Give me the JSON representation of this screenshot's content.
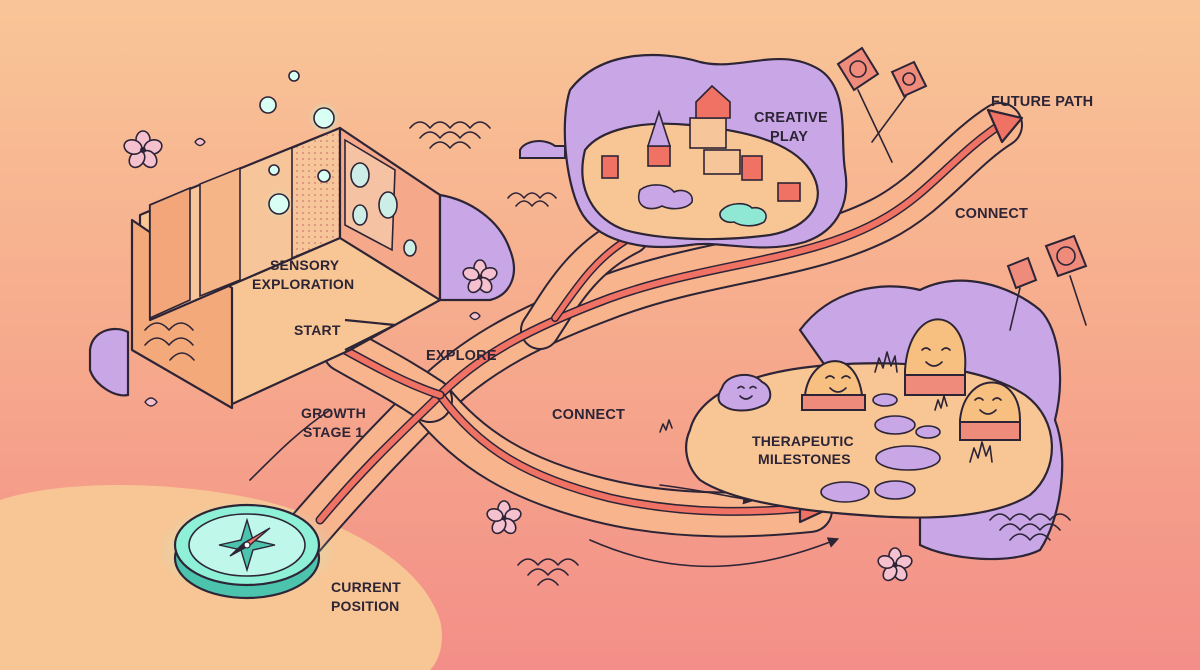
{
  "labels": {
    "future_path": "FUTURE PATH",
    "creative_play_1": "CREATIVE",
    "creative_play_2": "PLAY",
    "connect_top": "CONNECT",
    "sensory_1": "SENSORY",
    "sensory_2": "EXPLORATION",
    "start": "START",
    "explore": "EXPLORE",
    "growth_1": "GROWTH",
    "growth_2": "STAGE 1",
    "connect_mid": "CONNECT",
    "therapeutic_1": "THERAPEUTIC",
    "therapeutic_2": "MILESTONES",
    "current_1": "CURRENT",
    "current_2": "POSITION"
  },
  "icons": [
    "compass-icon",
    "kite-icon",
    "sakura-flower-icon",
    "wave-pattern-icon",
    "path-arrow-icon",
    "smiling-rock-icon",
    "building-blocks-icon"
  ],
  "colors": {
    "background_top": "#f9c597",
    "background_bottom": "#f38e88",
    "path_fill": "#f7b48d",
    "path_stripe": "#ef7264",
    "lavender": "#c9a7e6",
    "ground": "#f8c594",
    "compass": "#7fe6cc",
    "ink": "#2d2436"
  }
}
